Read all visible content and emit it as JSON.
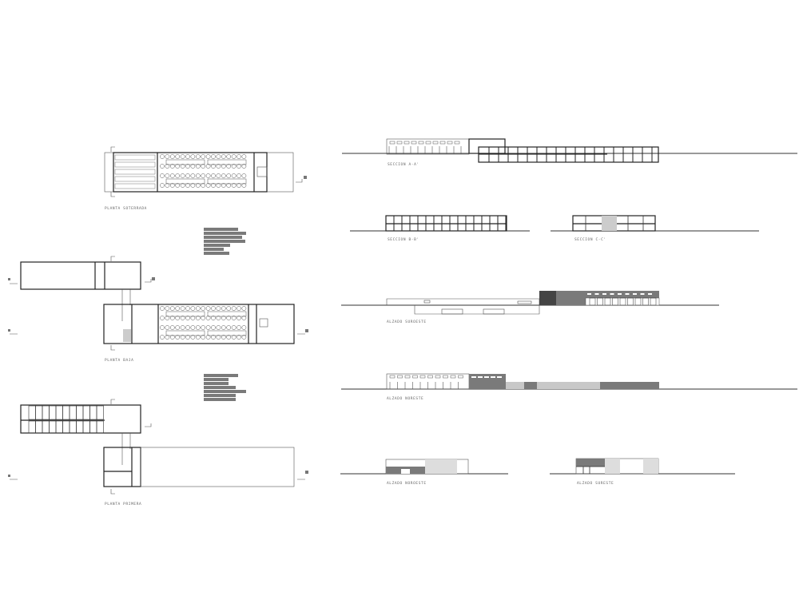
{
  "drawings": {
    "plans": [
      {
        "label": "PLANTA SOTERRADA"
      },
      {
        "label": "PLANTA BAJA"
      },
      {
        "label": "PLANTA PRIMERA"
      }
    ],
    "sections": [
      {
        "label": "SECCION A-A'"
      },
      {
        "label": "SECCION B-B'"
      },
      {
        "label": "SECCION C-C'"
      }
    ],
    "elevations": [
      {
        "label": "ALZADO SUROESTE"
      },
      {
        "label": "ALZADO NORESTE"
      },
      {
        "label": "ALZADO NOROESTE"
      },
      {
        "label": "ALZADO SURESTE"
      }
    ]
  },
  "colors": {
    "line": "#222222",
    "fill_dark": "#7a7a7a",
    "fill_light": "#c8c8c8",
    "background": "#ffffff"
  }
}
